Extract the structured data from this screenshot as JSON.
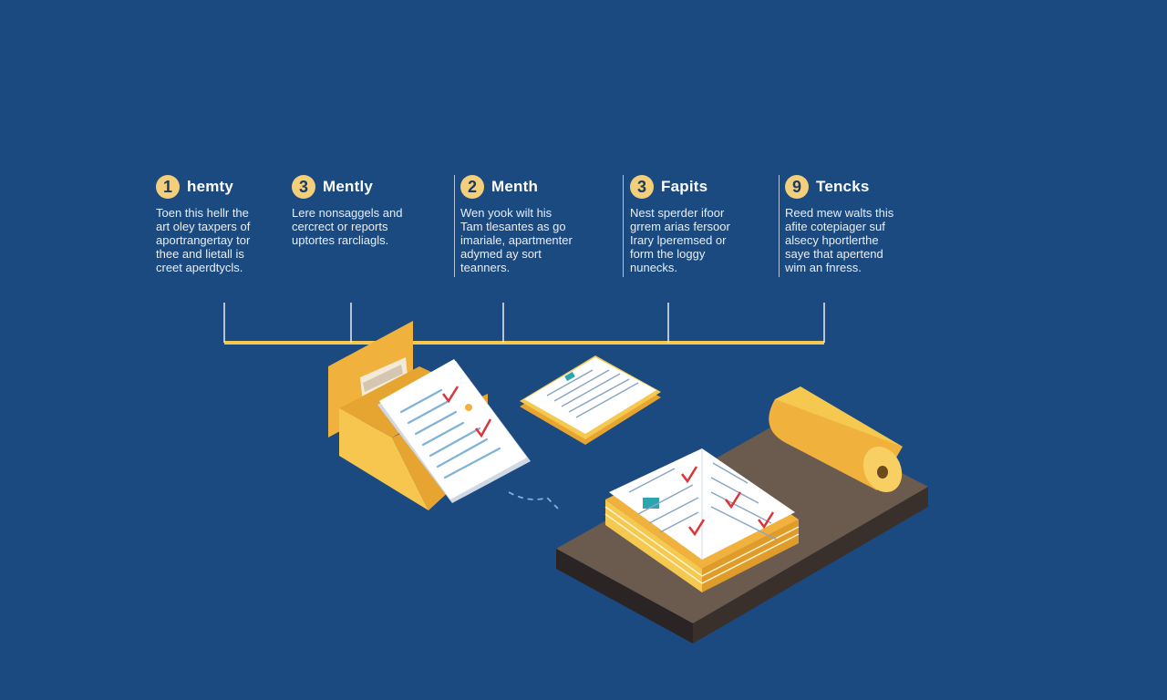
{
  "colors": {
    "background": "#1a4a80",
    "accent": "#f5c84f",
    "badge": "#f3cf7c",
    "check": "#d9353a",
    "platform": "#6b5a4e"
  },
  "steps": [
    {
      "num": "1",
      "title": "hemty",
      "desc": "Toen this hellr the\nart oley taxpers of\naportrangertay tor\nthee and lietall is\ncreet aperdtycls."
    },
    {
      "num": "3",
      "title": "Mently",
      "desc": "Lere nonsaggels and\ncercrect or reports\nuptortes rarcliagls."
    },
    {
      "num": "2",
      "title": "Menth",
      "desc": "Wen yook wilt his\nTam tlesantes as go\nimariale, apartmenter\nadymed ay sort\nteanners."
    },
    {
      "num": "3",
      "title": "Fapits",
      "desc": "Nest sperder ifoor\ngrrem arias fersoor\nIrary lperemsed or\nform the loggy\nnunecks."
    },
    {
      "num": "9",
      "title": "Tencks",
      "desc": "Reed mew walts this\nafite cotepiager suf\nalsecy hportlerthe\nsaye that apertend\nwim an fnress."
    }
  ]
}
